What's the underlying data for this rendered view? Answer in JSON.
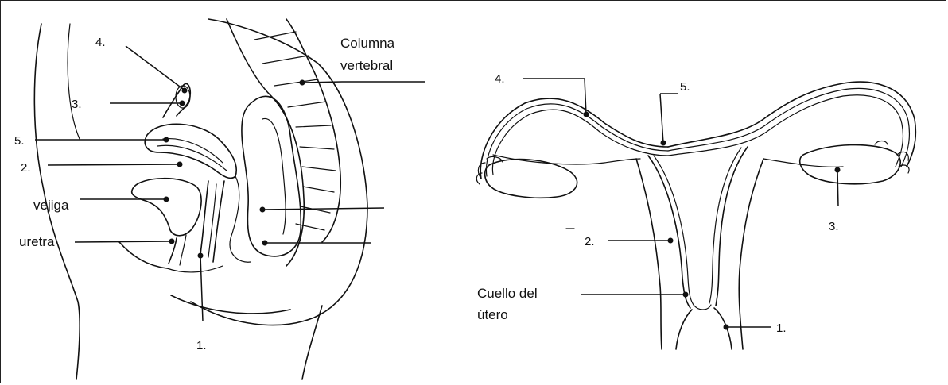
{
  "left_diagram": {
    "labels": {
      "columna_line1": "Columna",
      "columna_line2": "vertebral",
      "vejiga": "vejiga",
      "uretra": "uretra",
      "n1": "1.",
      "n2": "2.",
      "n3": "3.",
      "n4": "4.",
      "n5": "5."
    }
  },
  "right_diagram": {
    "labels": {
      "cuello_line1": "Cuello del",
      "cuello_line2": "útero",
      "n1": "1.",
      "n2": "2.",
      "n3": "3.",
      "n4": "4.",
      "n5": "5."
    }
  },
  "colors": {
    "ink": "#111111",
    "background": "#ffffff"
  }
}
